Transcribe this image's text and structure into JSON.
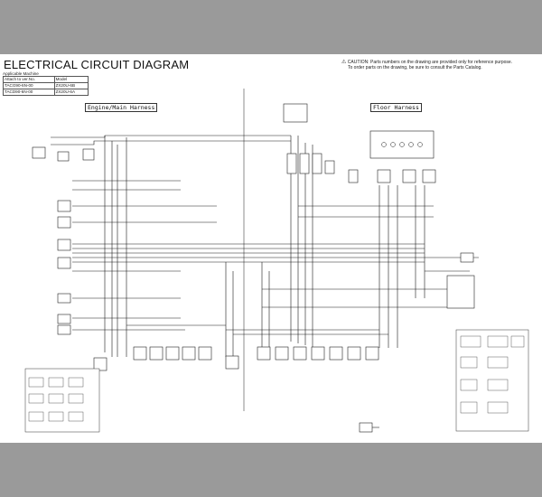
{
  "title": "ELECTRICAL CIRCUIT DIAGRAM",
  "caution": {
    "line1": "CAUTION: Parts numbers on the drawing are provided only for reference purpose.",
    "line2": "To order parts on the drawing, be sure to consult the Parts Catalog."
  },
  "machine": {
    "heading": "Applicable Machine",
    "col1": "Attach to ver.No.",
    "col2": "Model",
    "rows": [
      {
        "ver": "TACG90-6N-00",
        "model": "ZX20U-6B"
      },
      {
        "ver": "TACD90-6N-00",
        "model": "ZX20U-6A"
      }
    ]
  },
  "sections": {
    "left": "Engine/Main Harness",
    "right": "Floor Harness"
  },
  "colors": {
    "background": "#9a9a9a",
    "sheet": "#ffffff",
    "wire": "#1a1a1a"
  }
}
